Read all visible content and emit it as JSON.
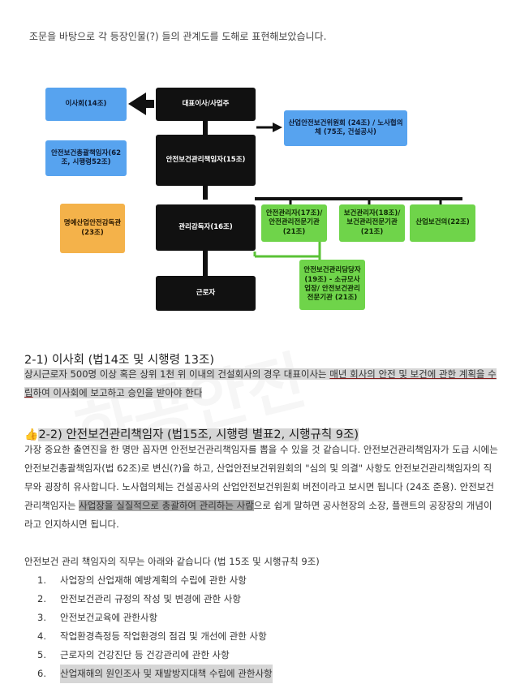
{
  "intro_text": "조문을 바탕으로 각 등장인물(?) 들의 관계도를 도해로 표현해보았습니다.",
  "diagram": {
    "ceo": "대표이사/사업주",
    "board": "이사회(14조)",
    "safety_committee": "산업안전보건위원회 (24조) / 노사협의체 (75조, 건설공사)",
    "general_manager": "안전보건총괄책임자(62조, 시행령52조)",
    "safety_health_manager": "안전보건관리책임자(15조)",
    "honorary_inspector": "명예산업안전감독관 (23조)",
    "supervisor": "관리감독자(16조)",
    "safety_officer": "안전관리자(17조)/안전관리전문기관(21조)",
    "health_officer": "보건관리자(18조)/보건관리전문기관(21조)",
    "occupational_doctor": "산업보건의(22조)",
    "safety_health_person": "안전보건관리담당자(19조) - 소규모사업장/ 안전보건관리 전문기관 (21조)",
    "worker": "근로자"
  },
  "watermark": "화공안전",
  "section1": {
    "heading": "2-1) 이사회 (법14조 및 시행령 13조)",
    "p1": "상시근로자 500명 이상 혹은 상위 1천 위 이내의 건설회사의 경우 대표이사는 ",
    "p2": "매년 회사의 안전 및 보건에 관한 계획을 수립",
    "p3": "하여 이사회에 보고하고 승인을 받아야 한다"
  },
  "section2": {
    "emoji": "👍",
    "heading": "2-2) 안전보건관리책임자 (법15조, 시행령 별표2, 시행규칙 9조)",
    "p1": "가장 중요한 출연진을 한 명만 꼽자면 안전보건관리책임자를 뽑을 수 있을 것 같습니다. 안전보건관리책임자가 도급 시에는 안전보건총괄책임자(법 62조)로 변신(?)을 하고, 산업안전보건위원회의 \"심의 및 의결\" 사항도 안전보건관리책임자의 직무와 굉장히 유사합니다. 노사협의체는 건설공사의 산업안전보건위원회 버전이라고 보시면 됩니다 (24조 준용). 안전보건관리책임자는 ",
    "p2": "사업장을 실질적으로 총괄하여 관리하는 사람",
    "p3": "으로 쉽게 말하면 공사현장의 소장, 플랜트의 공장장의 개념이라고 인지하시면 됩니다."
  },
  "duties_intro": "안전보건 관리 책임자의 직무는 아래와 같습니다 (법 15조 및 시행규칙 9조)",
  "duties": [
    {
      "num": "1.",
      "text": "사업장의 산업재해 예방계획의 수립에 관한 사항"
    },
    {
      "num": "2.",
      "text": "안전보건관리 규정의 작성 및 변경에 관한 사항"
    },
    {
      "num": "3.",
      "text": "안전보건교육에 관한사항"
    },
    {
      "num": "4.",
      "text": "작업환경측정등 작업환경의 점검 및 개선에 관한 사항"
    },
    {
      "num": "5.",
      "text": "근로자의 건강진단 등 건강관리에 관한 사항"
    },
    {
      "num": "6.",
      "text": "산업재해의 원인조사 및 재발방지대책 수립에 관한사항"
    }
  ]
}
